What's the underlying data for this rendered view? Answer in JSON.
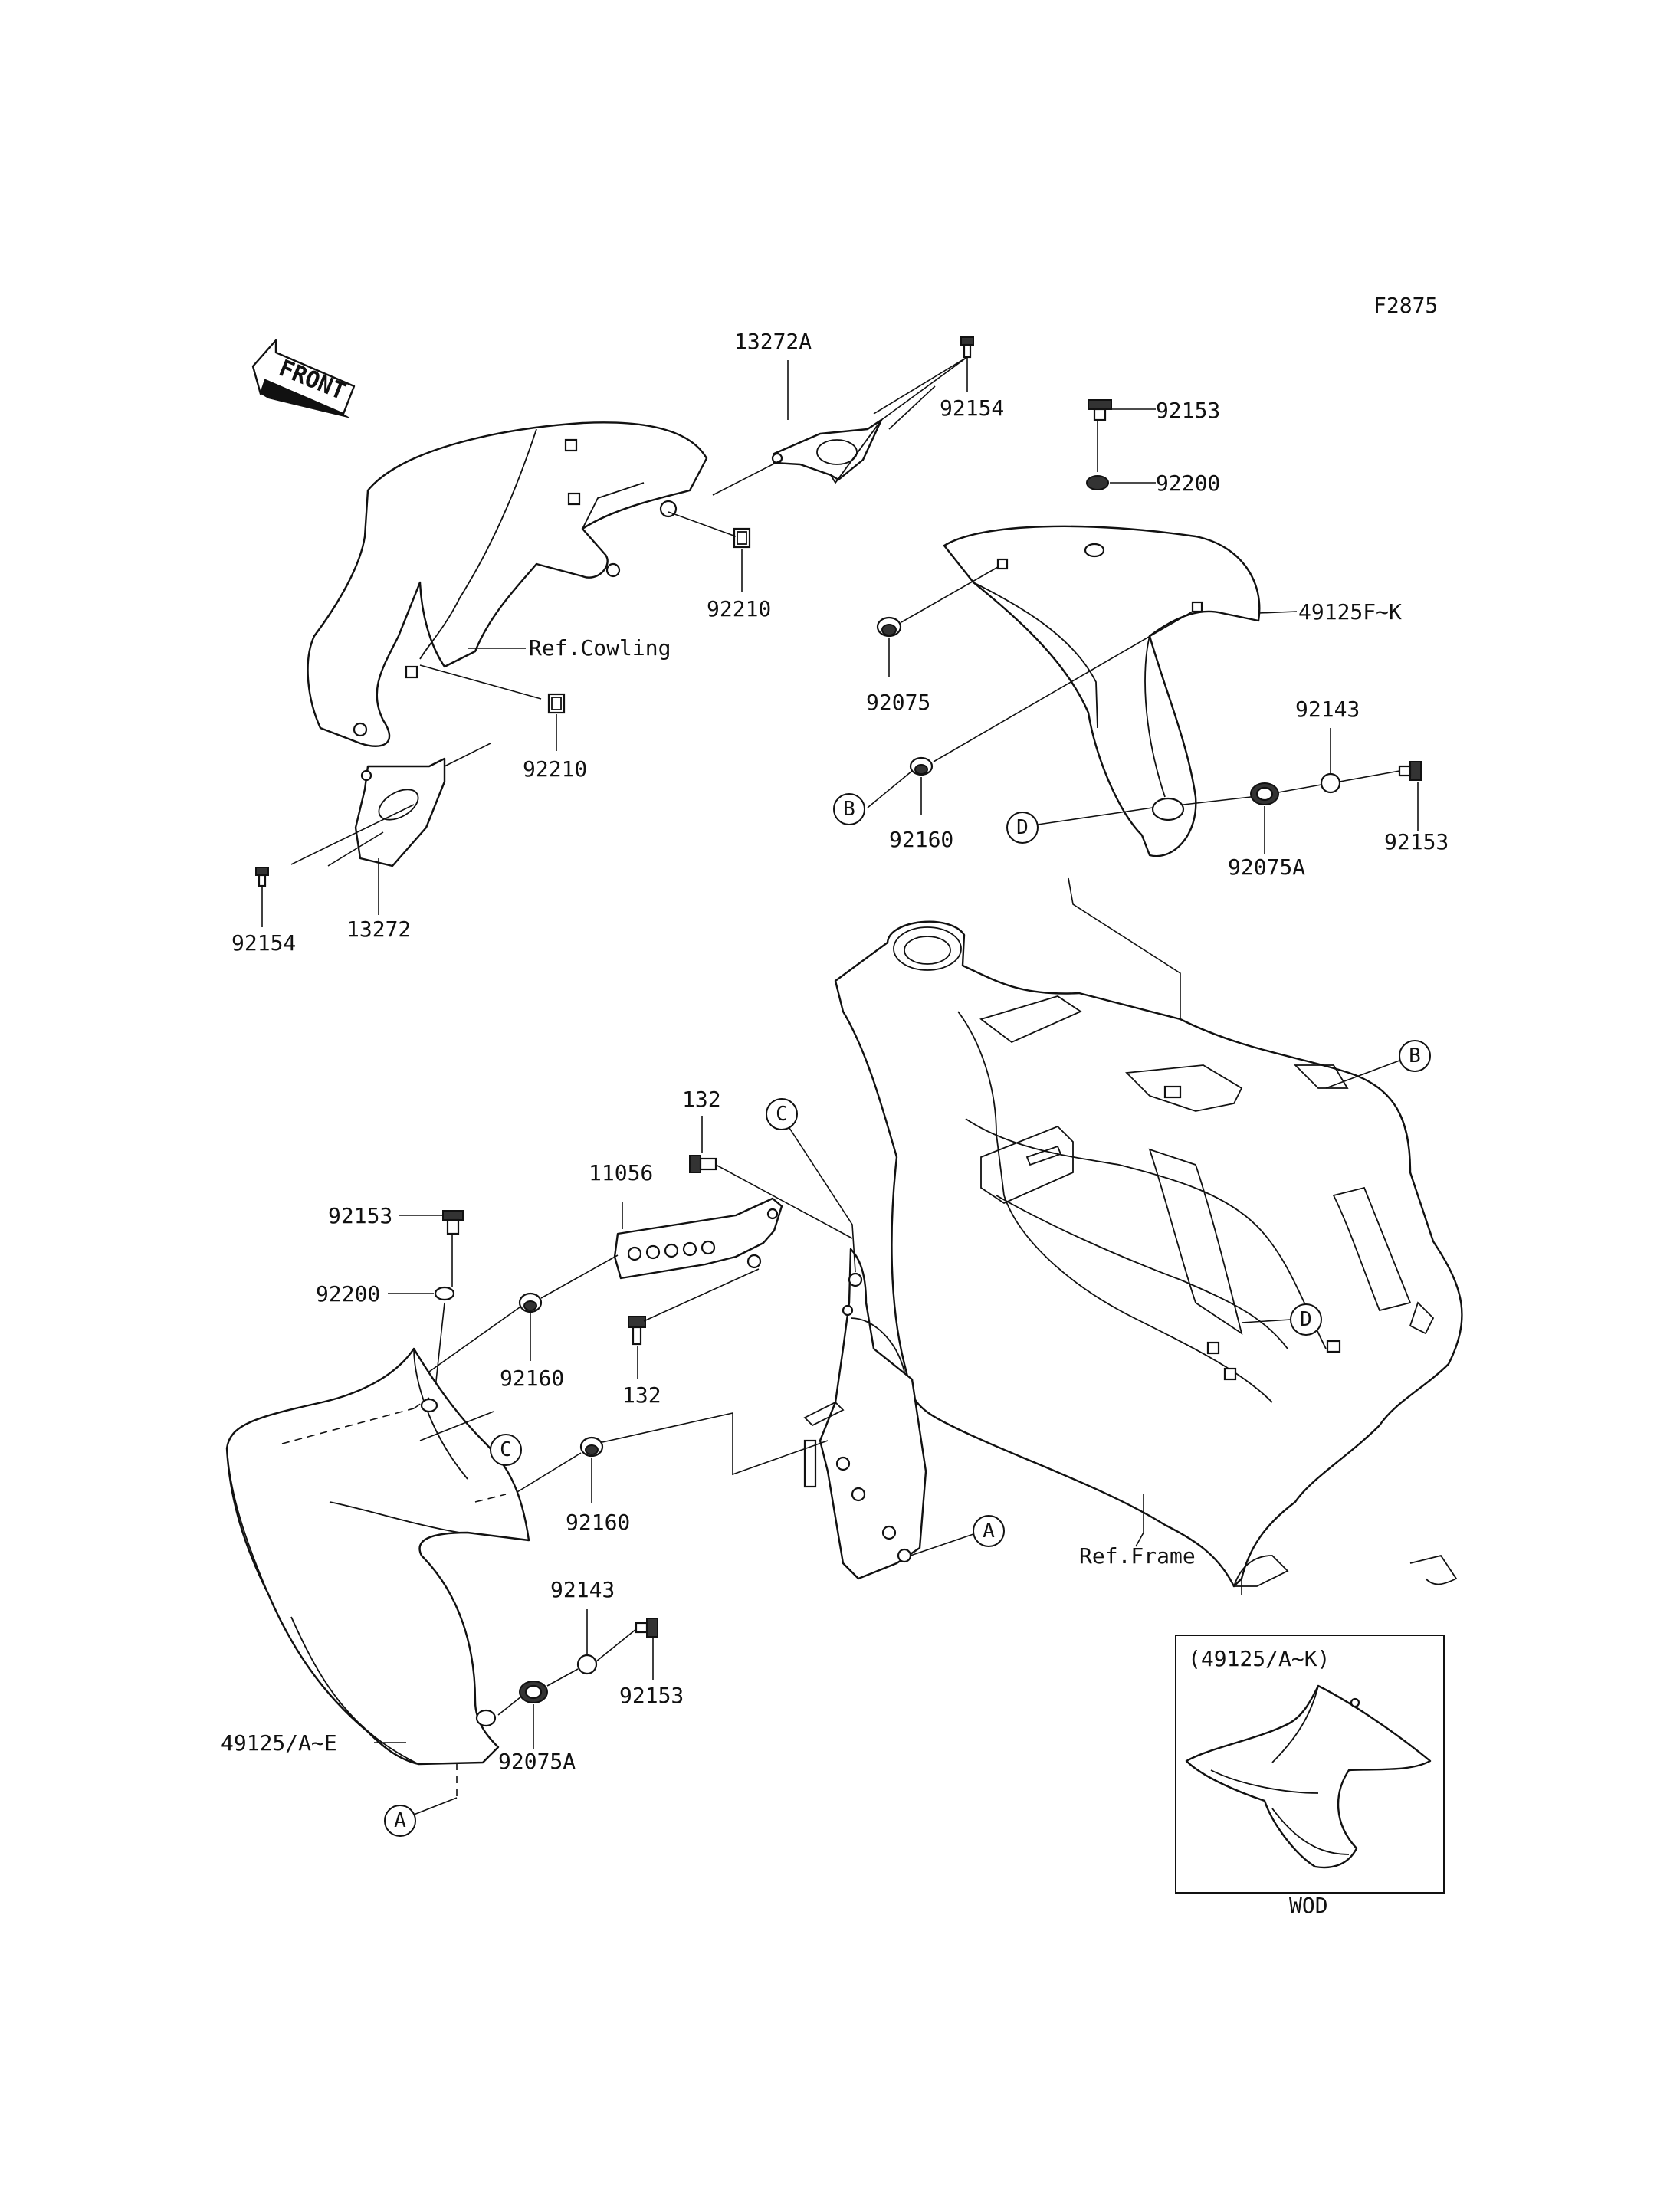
{
  "figure_code": "F2875",
  "front_label": "FRONT",
  "inset": {
    "title": "(49125/A~K)",
    "caption": "WOD"
  },
  "labels": {
    "p13272A": "13272A",
    "p92154_top": "92154",
    "p92153_top": "92153",
    "p92200_top": "92200",
    "p92210_a": "92210",
    "ref_cowling": "Ref.Cowling",
    "p49125FK": "49125F~K",
    "p92075": "92075",
    "p92210_b": "92210",
    "p92143_top": "92143",
    "p92160_top": "92160",
    "p92075A_top": "92075A",
    "p92153_right": "92153",
    "p92154_left": "92154",
    "p13272": "13272",
    "p132_top": "132",
    "p11056": "11056",
    "p92153_left": "92153",
    "p92200_left": "92200",
    "p92160_mid": "92160",
    "p132_bottom": "132",
    "p92160_low": "92160",
    "ref_frame": "Ref.Frame",
    "p92143_low": "92143",
    "p92153_low": "92153",
    "p49125AE": "49125/A~E",
    "p92075A_low": "92075A"
  },
  "callouts": {
    "b_left": "B",
    "d_fender": "D",
    "b_frame": "B",
    "c_frame": "C",
    "d_frame": "D",
    "c_shroud": "C",
    "a_frame": "A",
    "a_shroud": "A"
  }
}
